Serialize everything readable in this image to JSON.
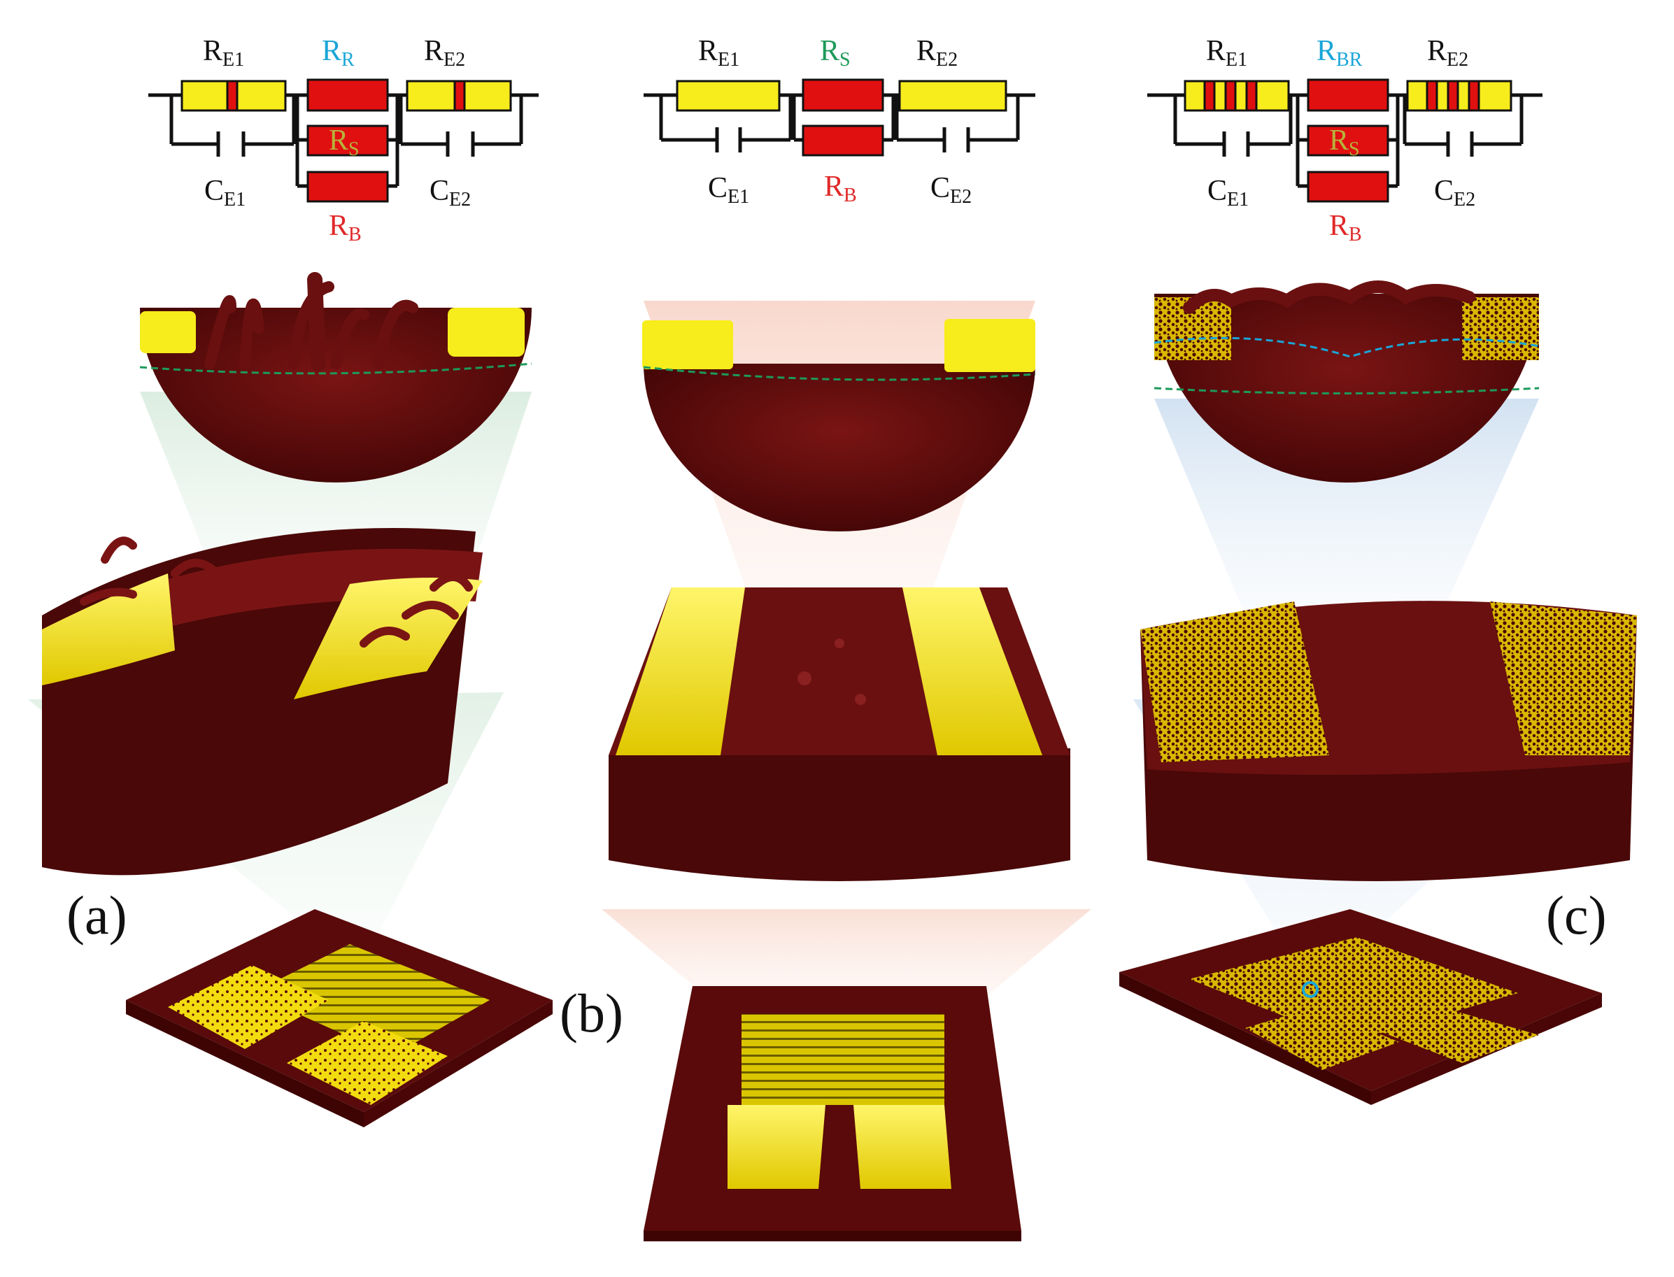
{
  "panels": [
    {
      "tag": "(a)",
      "circuit": {
        "re1": {
          "main": "R",
          "sub": "E1"
        },
        "mid_top": {
          "main": "R",
          "sub": "R"
        },
        "mid_mid": {
          "main": "R",
          "sub": "S"
        },
        "mid_bot": {
          "main": "R",
          "sub": "B"
        },
        "re2": {
          "main": "R",
          "sub": "E2"
        },
        "ce1": {
          "main": "C",
          "sub": "E1"
        },
        "ce2": {
          "main": "C",
          "sub": "E2"
        }
      }
    },
    {
      "tag": "(b)",
      "circuit": {
        "re1": {
          "main": "R",
          "sub": "E1"
        },
        "mid_top": {
          "main": "R",
          "sub": "S"
        },
        "mid_bot": {
          "main": "R",
          "sub": "B"
        },
        "re2": {
          "main": "R",
          "sub": "E2"
        },
        "ce1": {
          "main": "C",
          "sub": "E1"
        },
        "ce2": {
          "main": "C",
          "sub": "E2"
        }
      }
    },
    {
      "tag": "(c)",
      "circuit": {
        "re1": {
          "main": "R",
          "sub": "E1"
        },
        "mid_top": {
          "main": "R",
          "sub": "BR"
        },
        "mid_mid": {
          "main": "R",
          "sub": "S"
        },
        "mid_bot": {
          "main": "R",
          "sub": "B"
        },
        "re2": {
          "main": "R",
          "sub": "E2"
        },
        "ce1": {
          "main": "C",
          "sub": "E1"
        },
        "ce2": {
          "main": "C",
          "sub": "E2"
        }
      }
    }
  ],
  "colors": {
    "electrode_yellow": "#f7ec1c",
    "resistor_red": "#e01010",
    "substrate_maroon": "#5a0a0a",
    "label_cyan": "#1aa6d8",
    "label_green": "#1d9a5a",
    "label_olive": "#b8b23a",
    "label_red": "#e02828",
    "wire": "#111111"
  },
  "icons": [
    "equivalent-circuit",
    "sensor-chip-icon",
    "interdigitated-electrode-icon",
    "magnified-cross-section"
  ]
}
